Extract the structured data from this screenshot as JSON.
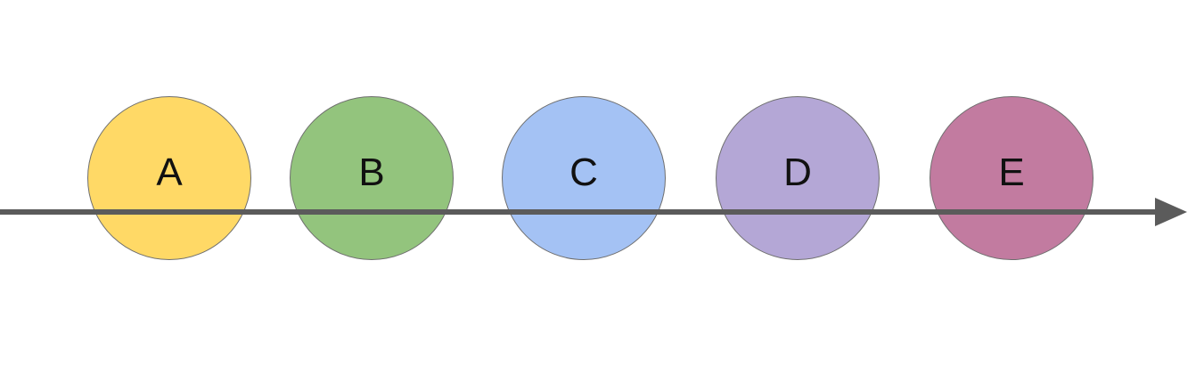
{
  "diagram": {
    "type": "sequence-on-arrow",
    "arrow": {
      "direction": "right",
      "color": "#5b5b5b"
    },
    "nodes": [
      {
        "label": "A",
        "color": "#ffd966"
      },
      {
        "label": "B",
        "color": "#93c47d"
      },
      {
        "label": "C",
        "color": "#a4c2f4"
      },
      {
        "label": "D",
        "color": "#b4a7d6"
      },
      {
        "label": "E",
        "color": "#c27ba0"
      }
    ]
  }
}
